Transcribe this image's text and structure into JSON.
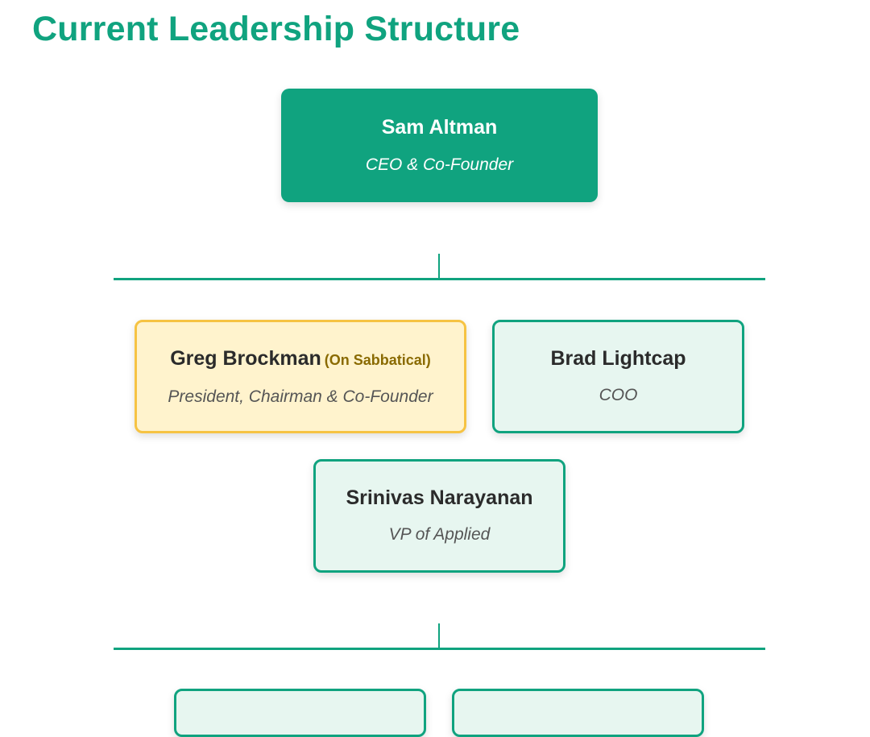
{
  "page": {
    "title": "Current Leadership Structure"
  },
  "ceo": {
    "name": "Sam Altman",
    "role": "CEO & Co-Founder"
  },
  "executives": [
    {
      "name": "Greg Brockman",
      "badge": "(On Sabbatical)",
      "role": "President, Chairman & Co-Founder",
      "status": "sabbatical"
    },
    {
      "name": "Brad Lightcap",
      "role": "COO"
    },
    {
      "name": "Srinivas Narayanan",
      "role": "VP of Applied"
    }
  ],
  "colors": {
    "brand": "#10a37f",
    "light_fill": "#e7f6f0",
    "warning_fill": "#fff3cd",
    "warning_border": "#f6c343",
    "badge_text": "#8a6a00"
  }
}
